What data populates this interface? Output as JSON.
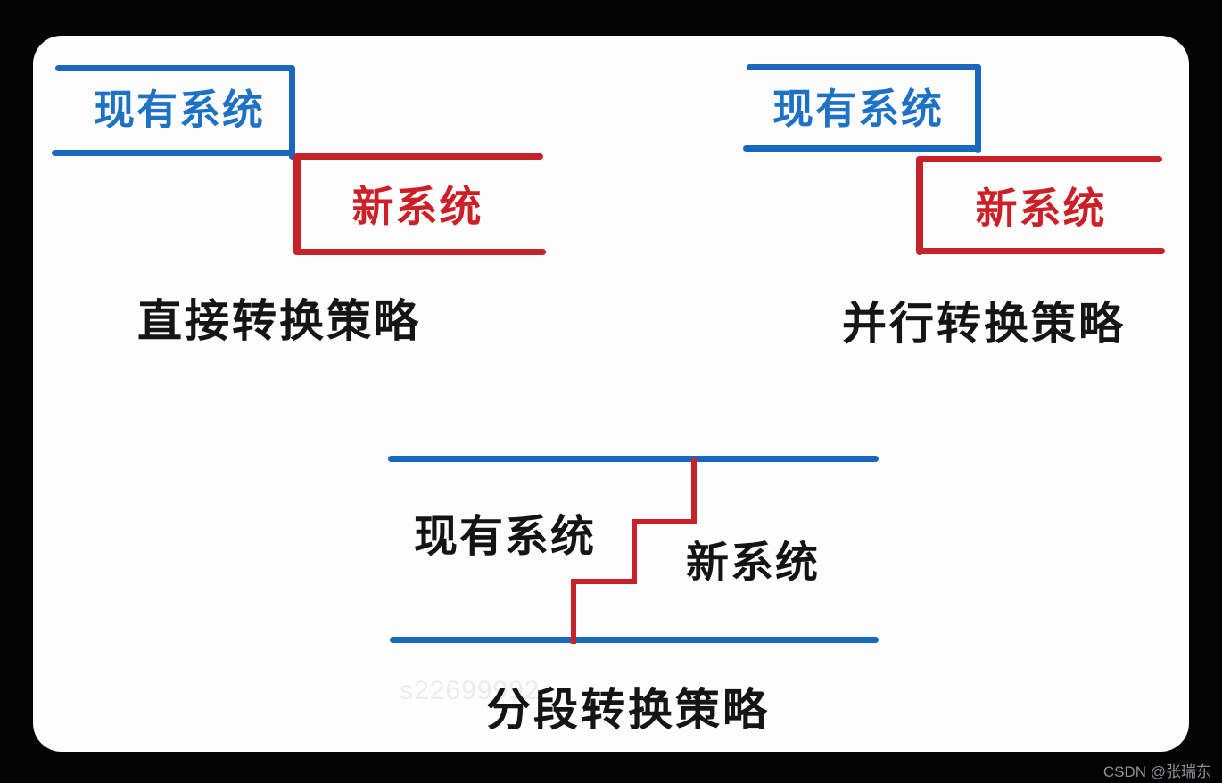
{
  "page": {
    "watermark": "CSDN @张瑞东",
    "faint_watermark": "s22699992",
    "card_background": "#fdfdfd",
    "background": "#000000"
  },
  "colors": {
    "blue_line": "#1a68bd",
    "blue_text": "#1e72c6",
    "red_line": "#c5222a",
    "red_text": "#cc2026",
    "title_text": "#151515"
  },
  "diagrams": [
    {
      "id": "direct",
      "title": "直接转换策略",
      "existing_label": "现有系统",
      "new_label": "新系统"
    },
    {
      "id": "parallel",
      "title": "并行转换策略",
      "existing_label": "现有系统",
      "new_label": "新系统"
    },
    {
      "id": "phased",
      "title": "分段转换策略",
      "existing_label": "现有系统",
      "new_label": "新系统"
    }
  ]
}
